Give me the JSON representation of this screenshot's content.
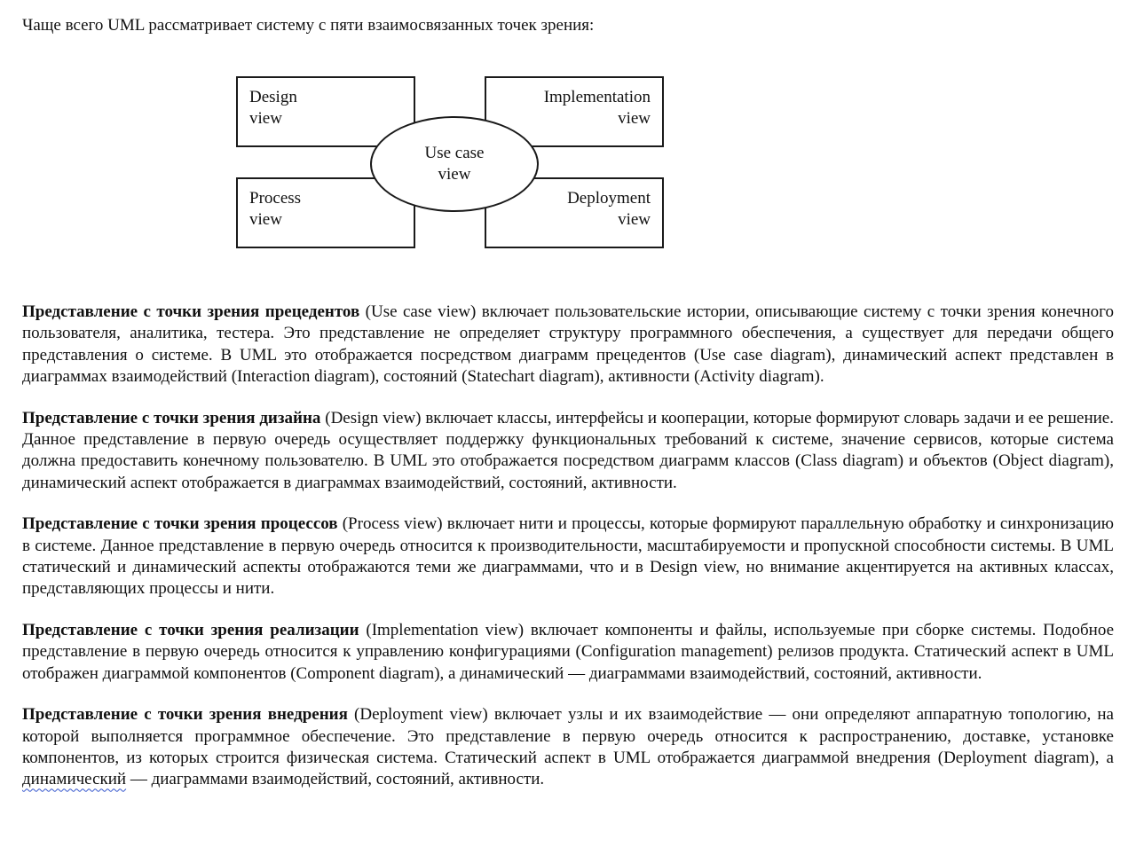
{
  "intro": "Чаще всего UML рассматривает систему с пяти взаимосвязанных точек зрения:",
  "diagram": {
    "design": [
      "Design",
      "view"
    ],
    "implementation": [
      "Implementation",
      "view"
    ],
    "process": [
      "Process",
      "view"
    ],
    "deployment": [
      "Deployment",
      "view"
    ],
    "use_case": [
      "Use case",
      "view"
    ]
  },
  "paragraphs": [
    {
      "bold": "Представление с точки зрения прецедентов",
      "text": " (Use case view) включает пользовательские истории, описывающие систему с точки зрения конечного пользователя, аналитика, тестера. Это представление не определяет структуру программного обеспечения, а существует для передачи общего представления о системе. В UML это отображается посредством диаграмм прецедентов (Use case diagram), динамический аспект представлен в диаграммах взаимодействий (Interaction diagram), состояний (Statechart diagram), активности (Activity diagram)."
    },
    {
      "bold": "Представление с точки зрения дизайна",
      "text": " (Design view) включает классы, интерфейсы и кооперации, которые формируют словарь задачи и ее решение. Данное представление в первую очередь осуществляет поддержку функциональных требований к системе, значение сервисов, которые система должна предоставить конечному пользователю. В UML это отображается посредством диаграмм классов (Class diagram) и объектов (Object diagram), динамический аспект отображается в диаграммах взаимодействий, состояний, активности."
    },
    {
      "bold": "Представление с точки зрения процессов",
      "text": " (Process view) включает нити и процессы, которые формируют параллельную обработку и синхронизацию в системе. Данное представление в первую очередь относится к производительности, масштабируемости и пропускной способности системы. В UML статический и динамический аспекты отображаются теми же диаграммами, что и в Design view, но внимание акцентируется на активных классах, представляющих процессы и нити."
    },
    {
      "bold": "Представление с точки зрения реализации",
      "text": " (Implementation view) включает компоненты и файлы, используемые при сборке системы. Подобное представление в первую очередь относится к управлению конфигурациями (Configuration management) релизов продукта. Статический аспект в UML отображен диаграммой компонентов (Component diagram), а динамический — диаграммами взаимодействий, состояний, активности."
    },
    {
      "bold": "Представление с точки зрения внедрения",
      "text": " (Deployment view) включает узлы и их взаимодействие — они определяют аппаратную топологию, на которой выполняется программное обеспечение. Это представление в первую очередь относится к распространению, доставке, установке компонентов, из которых строится физическая система. Статический аспект в UML отображается диаграммой внедрения (Deployment diagram), а ",
      "squiggle": "динамический",
      "tail": " — диаграммами взаимодействий, состояний, активности."
    }
  ]
}
